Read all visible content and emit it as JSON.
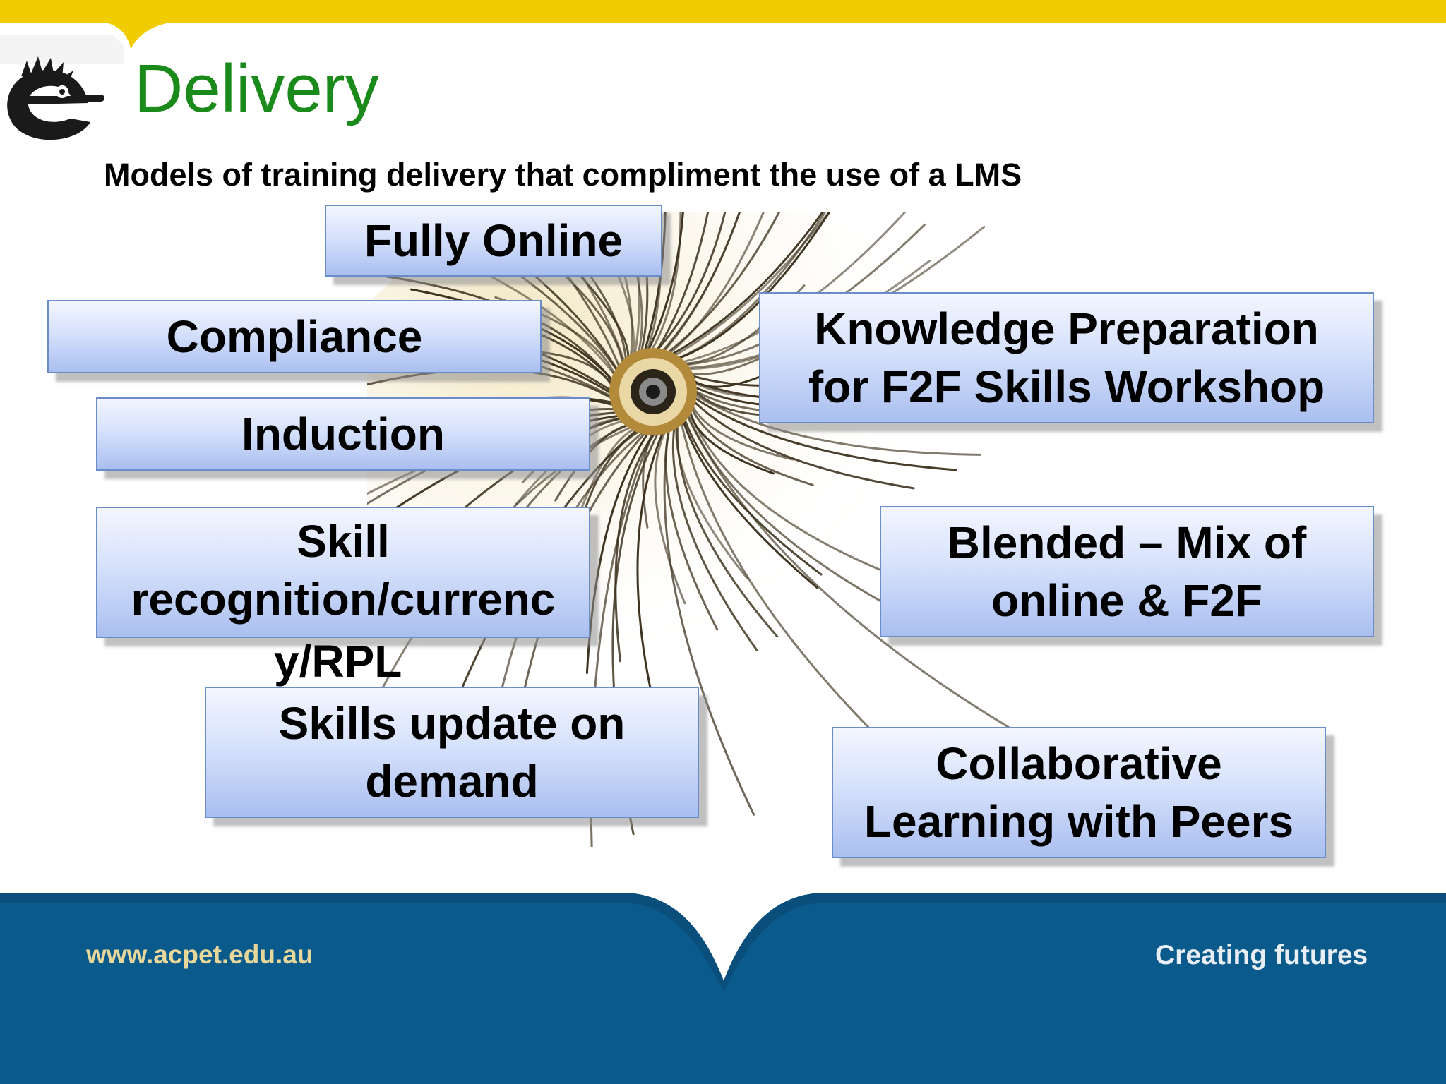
{
  "slide": {
    "title": "Delivery",
    "subtitle": "Models of training delivery that compliment the use of a LMS"
  },
  "boxes": {
    "fully_online": "Fully Online",
    "compliance": "Compliance",
    "induction": "Induction",
    "skill_recognition_line1": "Skill",
    "skill_recognition_line2": "recognition/currenc",
    "skill_recognition_line3": "y/RPL",
    "skills_update_line1": "Skills update on",
    "skills_update_line2": "demand",
    "knowledge_prep_line1": "Knowledge Preparation",
    "knowledge_prep_line2": "for F2F Skills Workshop",
    "blended_line1": "Blended – Mix of",
    "blended_line2": "online & F2F",
    "collaborative_line1": "Collaborative",
    "collaborative_line2": "Learning with Peers"
  },
  "footer": {
    "url": "www.acpet.edu.au",
    "tagline": "Creating futures"
  },
  "colors": {
    "accent_yellow": "#f1cc00",
    "title_green": "#1a8a1a",
    "footer_blue": "#0b5a8c",
    "box_border": "#6a8cc8"
  }
}
